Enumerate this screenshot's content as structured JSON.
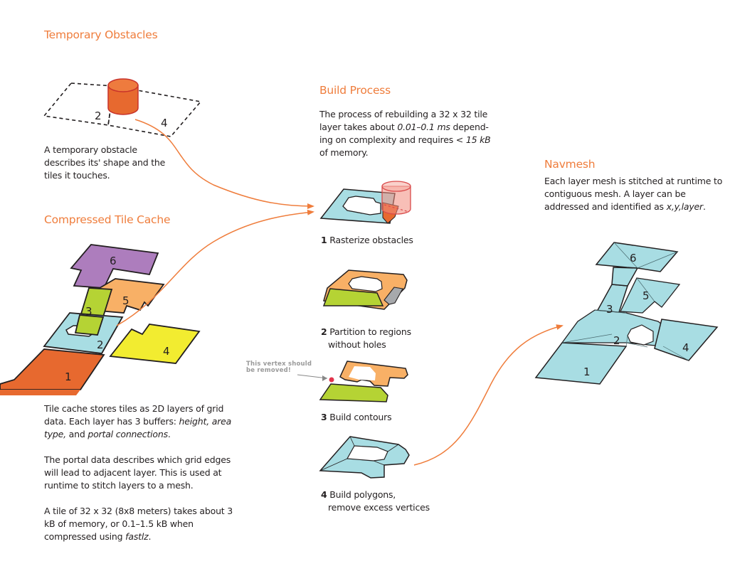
{
  "colors": {
    "accent": "#ef7d3c",
    "text": "#231f20",
    "tile_cyan": "#a8dde3",
    "tile_purple": "#ad7dbd",
    "tile_green": "#b5d334",
    "tile_orange_light": "#f8b066",
    "tile_yellow": "#f2ec30",
    "tile_orange_dark": "#e7692f",
    "obstacle": "#e7692f",
    "region_gray": "#a7a9ac",
    "vertex_red": "#e2334b"
  },
  "temporary_obstacles": {
    "title": "Temporary Obstacles",
    "tile_labels": [
      "2",
      "4"
    ],
    "description": "A temporary obstacle describes its' shape and the tiles it touches."
  },
  "compressed_tile_cache": {
    "title": "Compressed Tile Cache",
    "layer_labels": [
      "1",
      "2",
      "3",
      "4",
      "5",
      "6"
    ],
    "paragraphs": [
      {
        "pre": "Tile cache stores tiles as 2D layers of grid data. Each layer has 3 buffers: ",
        "i1": "height, area type,",
        "mid": " and ",
        "i2": "portal connections",
        "post": "."
      },
      {
        "pre": "The portal data describes which grid edges will lead to adjacent layer. This is used at runtime to stitch layers to a mesh."
      },
      {
        "pre": "A tile of 32 x 32 (8x8 meters) takes about 3 kB of memory, or 0.1–1.5 kB when compressed using ",
        "i1": "fastlz",
        "post": "."
      }
    ]
  },
  "build_process": {
    "title": "Build Process",
    "description": {
      "pre": "The process of rebuilding a 32 x 32 tile layer takes about ",
      "i1": "0.01–0.1 ms",
      "mid": " depend-ing on complexity and requires ",
      "i2": "< 15 kB",
      "post": " of memory."
    },
    "steps": [
      {
        "num": "1",
        "label": "Rasterize obstacles"
      },
      {
        "num": "2",
        "label": "Partition to regions",
        "label2": "without holes"
      },
      {
        "num": "3",
        "label": "Build contours"
      },
      {
        "num": "4",
        "label": "Build polygons,",
        "label2": "remove excess vertices"
      }
    ],
    "annotation": {
      "line1": "This vertex should",
      "line2": "be removed!"
    }
  },
  "navmesh": {
    "title": "Navmesh",
    "description": {
      "pre": "Each layer mesh is stitched at runtime to contiguous mesh. A layer can be addressed and identified as ",
      "i1": "x,y,layer",
      "post": "."
    },
    "layer_labels": [
      "1",
      "2",
      "3",
      "4",
      "5",
      "6"
    ]
  }
}
